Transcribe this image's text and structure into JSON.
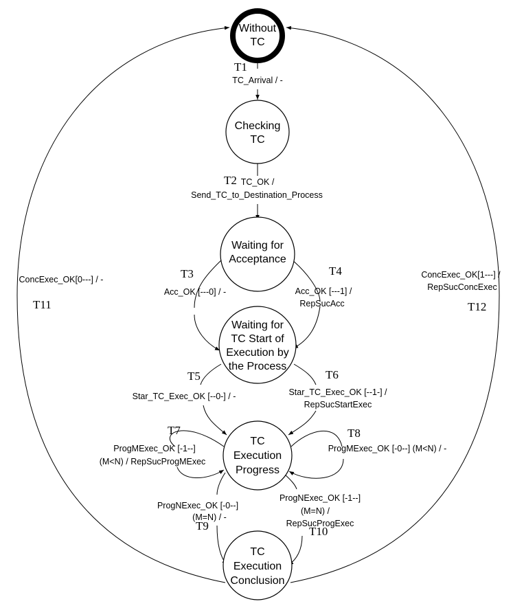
{
  "states": {
    "without_tc": [
      "Without",
      "TC"
    ],
    "checking_tc": [
      "Checking",
      "TC"
    ],
    "waiting_acceptance": [
      "Waiting for",
      "Acceptance"
    ],
    "waiting_start": [
      "Waiting for",
      "TC Start of",
      "Execution by",
      "the Process"
    ],
    "execution_progress": [
      "TC",
      "Execution",
      "Progress"
    ],
    "execution_conclusion": [
      "TC",
      "Execution",
      "Conclusion"
    ]
  },
  "transitions": {
    "t1": {
      "id": "T1",
      "label": [
        "TC_Arrival / -"
      ]
    },
    "t2": {
      "id": "T2",
      "label": [
        "TC_OK /",
        "Send_TC_to_Destination_Process"
      ]
    },
    "t3": {
      "id": "T3",
      "label": [
        "Acc_OK [---0] / -"
      ]
    },
    "t4": {
      "id": "T4",
      "label": [
        "Acc_OK [---1] /",
        "RepSucAcc"
      ]
    },
    "t5": {
      "id": "T5",
      "label": [
        "Star_TC_Exec_OK [--0-] / -"
      ]
    },
    "t6": {
      "id": "T6",
      "label": [
        "Star_TC_Exec_OK [--1-] /",
        "RepSucStartExec"
      ]
    },
    "t7": {
      "id": "T7",
      "label": [
        "ProgMExec_OK [-1--]",
        "(M<N) / RepSucProgMExec"
      ]
    },
    "t8": {
      "id": "T8",
      "label": [
        "ProgMExec_OK [-0--] (M<N) / -"
      ]
    },
    "t9": {
      "id": "T9",
      "label": [
        "ProgNExec_OK [-0--]",
        "(M=N) / -"
      ]
    },
    "t10": {
      "id": "T10",
      "label": [
        "ProgNExec_OK [-1--]",
        "(M=N) /",
        "RepSucProgExec"
      ]
    },
    "t11": {
      "id": "T11",
      "label": [
        "ConcExec_OK[0---] / -"
      ]
    },
    "t12": {
      "id": "T12",
      "label": [
        "ConcExec_OK[1---] /",
        "RepSucConcExec"
      ]
    }
  }
}
